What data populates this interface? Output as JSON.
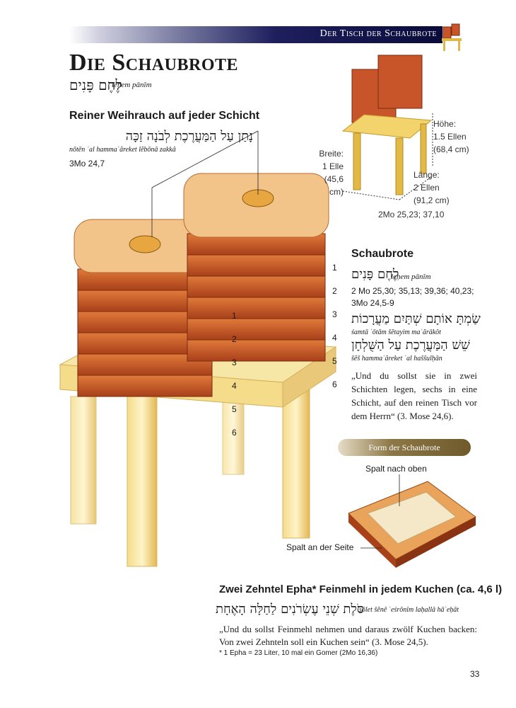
{
  "header": {
    "section_title": "Der Tisch der Schaubrote"
  },
  "title": {
    "main": "Die Schaubrote",
    "hebrew": "לֶחֶם פָּנִים",
    "translit": "leḥem pānîm"
  },
  "incense": {
    "heading": "Reiner Weihrauch auf jeder Schicht",
    "hebrew": "נָתַן עַל הַמַּעֲרֶכֶת לְבֹנָה זַכָּה",
    "translit": "nōtēn ʿal hammaʿăreket lĕbōnâ zakkâ",
    "ref": "3Mo 24,7"
  },
  "dimensions": {
    "height_label": "Höhe:",
    "height_value": "1.5 Ellen",
    "height_cm": "(68,4 cm)",
    "width_label": "Breite:",
    "width_value": "1 Elle",
    "width_cm": "(45,6 cm)",
    "length_label": "Länge:",
    "length_value": "2 Ellen",
    "length_cm": "(91,2 cm)",
    "ref": "2Mo 25,23; 37,10"
  },
  "showbread": {
    "heading": "Schaubrote",
    "hebrew": "לֶחֶם פָּנִים",
    "translit": "leḥem pānîm",
    "refs": "2 Mo 25,30; 35,13; 39,36; 40,23; 3Mo 24,5-9",
    "lines": [
      {
        "hebrew": "שַׂמְתָּ אוֹתָם שְׁתַּיִם מַעֲרָכוֹת",
        "translit": "śamtā ʾōtām šĕtayim maʿărākôt"
      },
      {
        "hebrew": "שֵׁשׁ הַמַּעֲרֶכֶת עַל הַשֻּׁלְחָן",
        "translit": "šēš hammaʿăreket ʿal haššulḥān"
      }
    ],
    "quote": "„Und du sollst sie in zwei Schichten legen, sechs in eine Schicht, auf den reinen Tisch vor dem Herrn“ (3. Mose 24,6)."
  },
  "layer_numbers": [
    "1",
    "2",
    "3",
    "4",
    "5",
    "6"
  ],
  "form": {
    "banner": "Form der Schaubrote",
    "split_top": "Spalt nach oben",
    "split_side": "Spalt an der Seite"
  },
  "flour": {
    "heading": "Zwei Zehntel Epha* Feinmehl in jedem Kuchen (ca. 4,6 l)",
    "hebrew": "סֹלֶת שְׁנֵי עֶשְׂרֹנִים לַחַלָּה הָאֶחָת",
    "translit": "sōlet šĕnê ʿeśrōnîm laḥallâ hāʾeḥāt",
    "quote": "„Und du sollst Feinmehl nehmen und daraus zwölf Kuchen backen: Von zwei Zehnteln soll ein Kuchen sein“ (3. Mose 24,5).",
    "footnote": "* 1 Epha = 23 Liter, 10 mal ein Gomer (2Mo 16,36)"
  },
  "page_number": "33"
}
